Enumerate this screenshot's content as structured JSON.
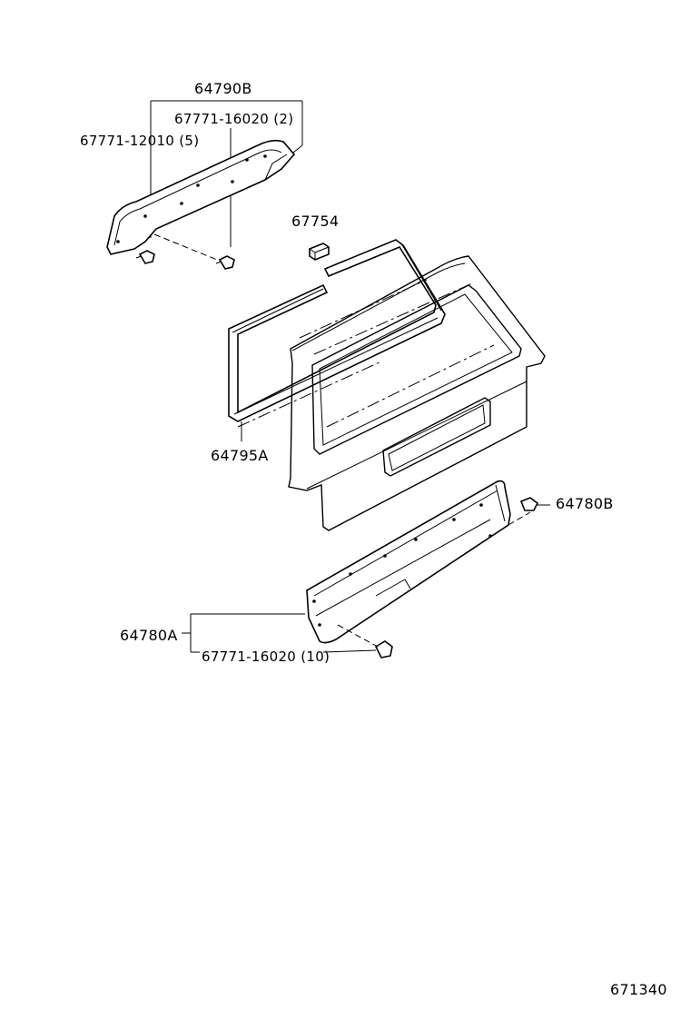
{
  "labels": {
    "part_64790B": "64790B",
    "clip_upper_2": "67771-16020 (2)",
    "clip_upper_5": "67771-12010 (5)",
    "part_67754": "67754",
    "part_64795A": "64795A",
    "part_64780B": "64780B",
    "part_64780A": "64780A",
    "clip_lower_10": "67771-16020 (10)",
    "diagram_number": "671340"
  }
}
